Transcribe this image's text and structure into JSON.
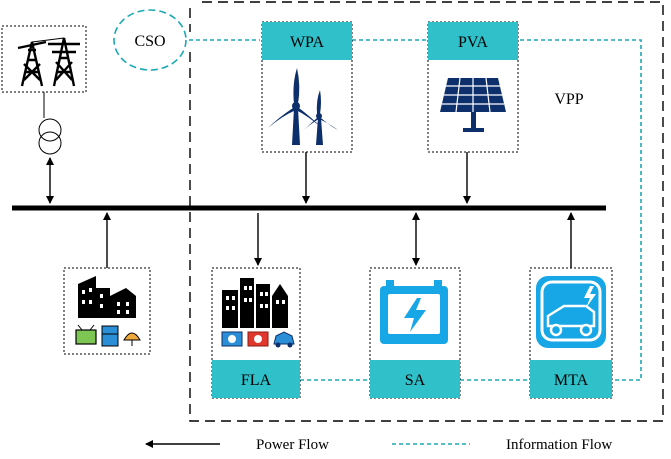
{
  "nodes": {
    "cso": "CSO",
    "wpa": "WPA",
    "pva": "PVA",
    "vpp": "VPP",
    "fla": "FLA",
    "sa": "SA",
    "mta": "MTA"
  },
  "legend": {
    "power_flow": "Power Flow",
    "information_flow": "Information Flow"
  },
  "colors": {
    "accent_teal": "#2fc0c9",
    "info_line": "#1aa9b4",
    "icon_navy": "#0d2f6b",
    "icon_red": "#e0382c",
    "icon_blue": "#2a8fd6",
    "battery_blue": "#17a6e6",
    "bus": "#000000"
  },
  "icons": [
    "transmission-tower-icon",
    "transformer-icon",
    "wind-turbine-icon",
    "solar-panel-icon",
    "city-buildings-icon",
    "tv-icon",
    "fridge-icon",
    "lamp-icon",
    "battery-icon",
    "ev-charger-icon",
    "air-conditioner-icon",
    "ev-car-icon"
  ]
}
